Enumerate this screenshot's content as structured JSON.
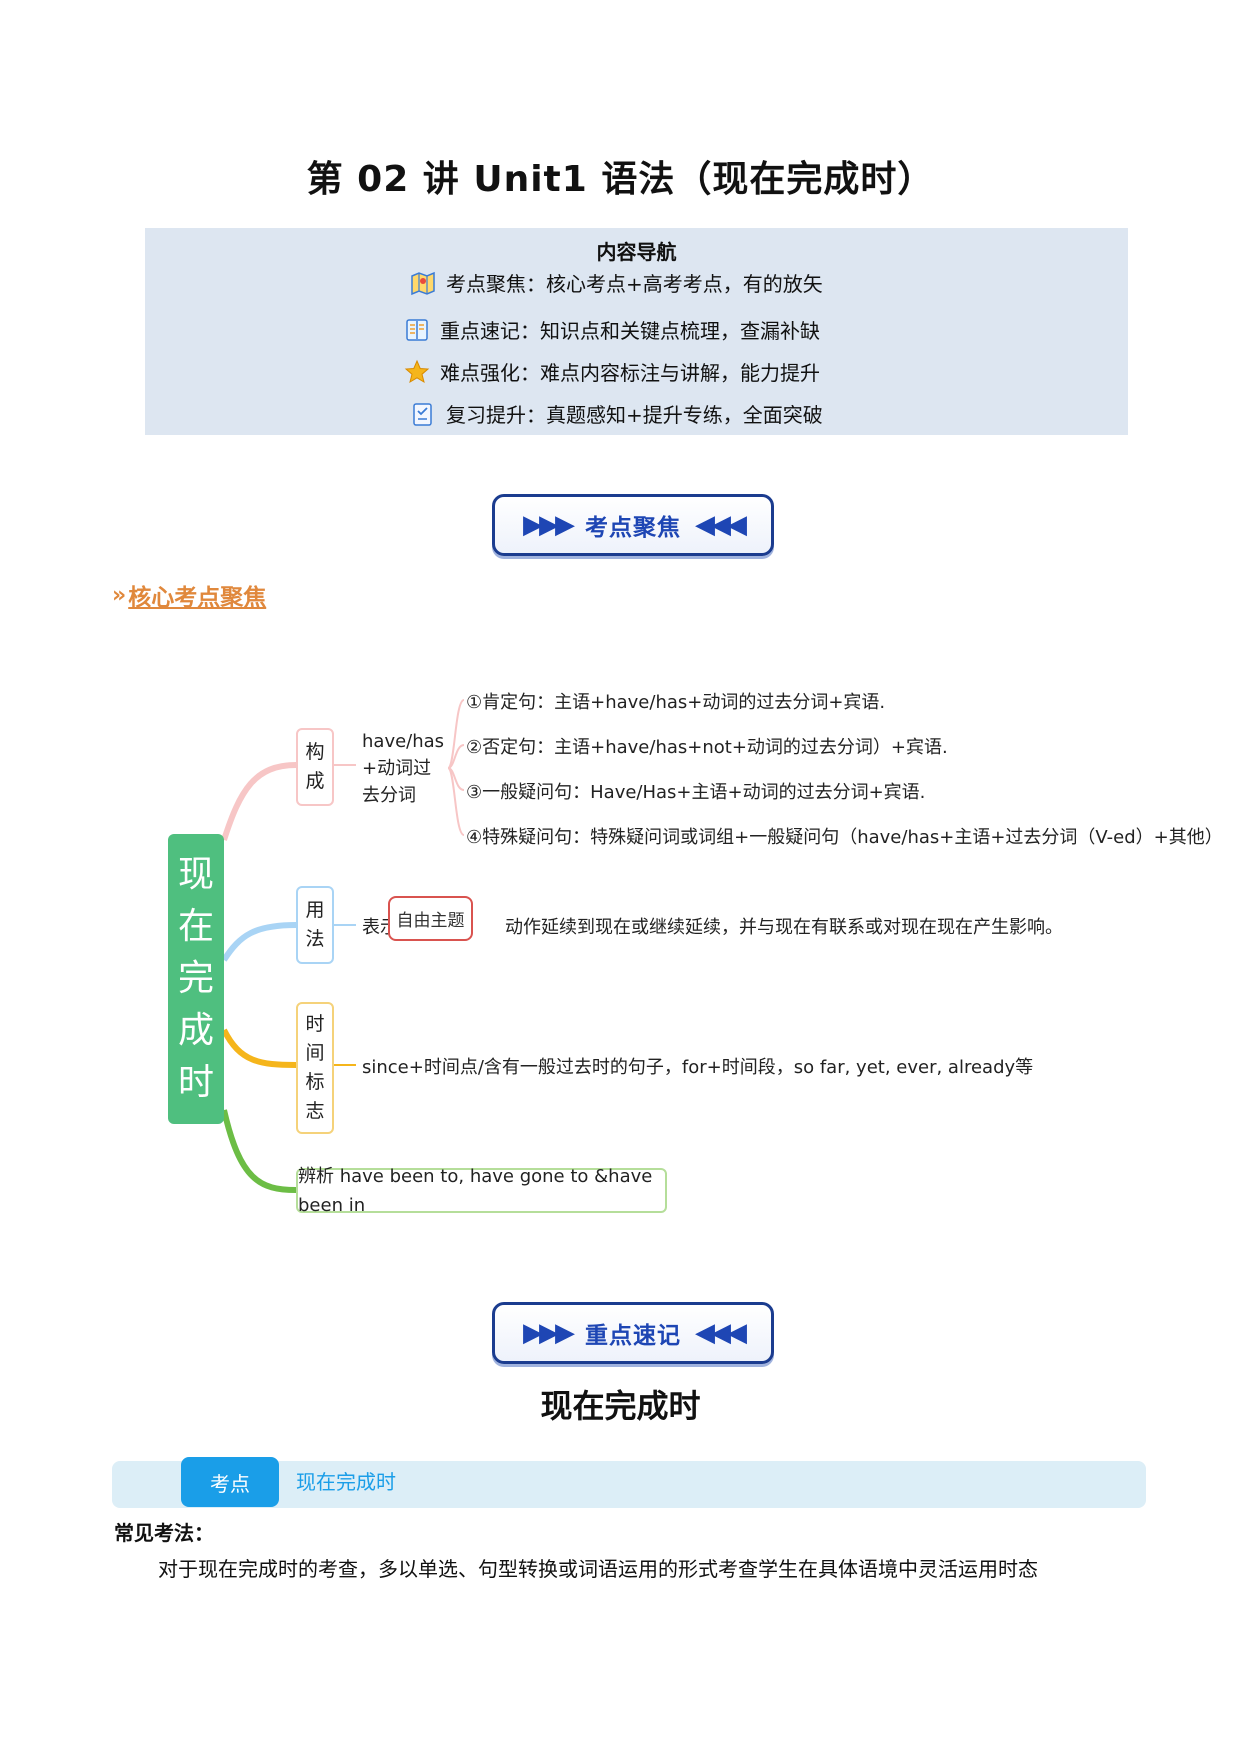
{
  "title": "第 02 讲 Unit1 语法（现在完成时）",
  "nav": {
    "heading": "内容导航",
    "items": [
      {
        "icon": "map-icon",
        "text": "考点聚焦：核心考点+高考考点，有的放矢"
      },
      {
        "icon": "book-icon",
        "text": "重点速记：知识点和关键点梳理，查漏补缺"
      },
      {
        "icon": "star-icon",
        "text": "难点强化：难点内容标注与讲解，能力提升"
      },
      {
        "icon": "checklist-icon",
        "text": "复习提升：真题感知+提升专练，全面突破"
      }
    ]
  },
  "banner1": {
    "arrows_left": "▶▶▶",
    "label": "考点聚焦",
    "arrows_right": "◀◀◀"
  },
  "section_link": {
    "chevrons": "»",
    "text": "核心考点聚焦"
  },
  "mindmap": {
    "root": [
      "现",
      "在",
      "完",
      "成",
      "时"
    ],
    "branch1": {
      "label": [
        "构",
        "成"
      ],
      "sub": [
        "have/has",
        "+动词过",
        "去分词"
      ],
      "leaves": [
        "①肯定句：主语+have/has+动词的过去分词+宾语.",
        "②否定句：主语+have/has+not+动词的过去分词）+宾语.",
        "③一般疑问句：Have/Has+主语+动词的过去分词+宾语.",
        "④特殊疑问句：特殊疑问词或词组+一般疑问句（have/has+主语+过去分词（V-ed）+其他）"
      ]
    },
    "branch2": {
      "label": [
        "用",
        "法"
      ],
      "text_prefix": "表示",
      "text_suffix": "动作延续到现在或继续延续，并与现在有联系或对现在现在产生影响。",
      "tag": "自由主题"
    },
    "branch3": {
      "label": [
        "时",
        "间",
        "标",
        "志"
      ],
      "text": "since+时间点/含有一般过去时的句子，for+时间段，so far, yet, ever, already等"
    },
    "branch4": {
      "text": "辨析 have been to, have gone to &have been in"
    },
    "colors": {
      "branch1": "#f7c6c6",
      "branch2": "#a9d4f5",
      "branch3": "#f5b51b",
      "branch4": "#6cbd45",
      "root": "#4fbf7f"
    }
  },
  "banner2": {
    "arrows_left": "▶▶▶",
    "label": "重点速记",
    "arrows_right": "◀◀◀"
  },
  "doc_title": "现在完成时",
  "kaodian": {
    "label": "考点",
    "text": "现在完成时"
  },
  "common": {
    "heading": "常见考法：",
    "para": "对于现在完成时的考查，多以单选、句型转换或词语运用的形式考查学生在具体语境中灵活运用时态"
  }
}
